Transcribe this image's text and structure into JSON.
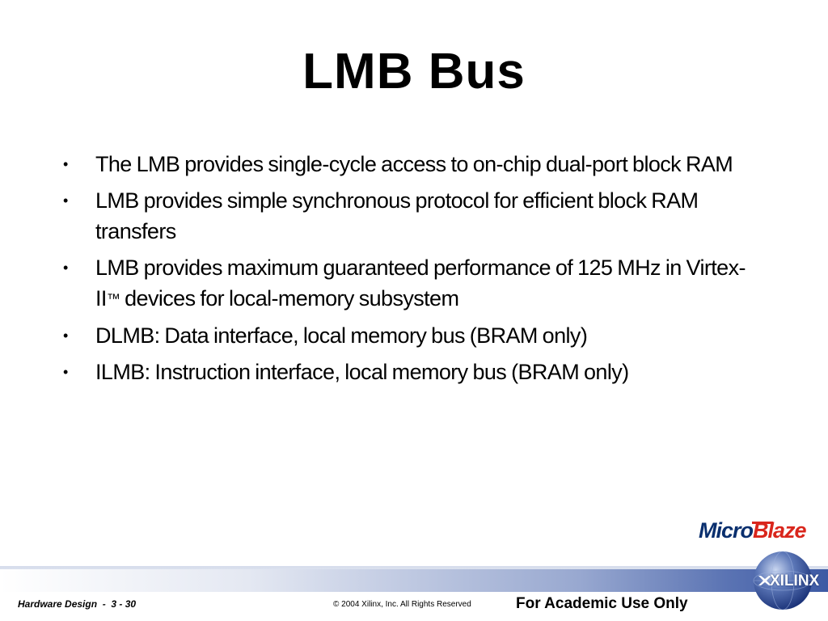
{
  "slide": {
    "title": "LMB Bus",
    "bullets": [
      {
        "text": "The LMB provides single-cycle access to on-chip dual-port block RAM"
      },
      {
        "text": "LMB provides simple synchronous protocol for efficient block RAM transfers"
      },
      {
        "text_before": "LMB provides maximum guaranteed performance of 125 MHz in Virtex-II",
        "tm": "™",
        "text_after": " devices for local-memory subsystem"
      },
      {
        "text": "DLMB: Data interface, local memory bus (BRAM only)"
      },
      {
        "text": "ILMB: Instruction interface, local memory bus (BRAM only)"
      }
    ],
    "bullet_glyph": "•"
  },
  "logos": {
    "microblaze_part1": "Micro",
    "microblaze_part2": "Blaze",
    "xilinx": "XILINX"
  },
  "footer": {
    "left": "Hardware Design  -  3 - 30",
    "center": "© 2004 Xilinx, Inc. All Rights Reserved",
    "right": "For Academic Use Only"
  },
  "colors": {
    "microblaze_blue": "#0a2f6e",
    "microblaze_red": "#d9261c",
    "footer_stripe": "#3d5aa4"
  }
}
